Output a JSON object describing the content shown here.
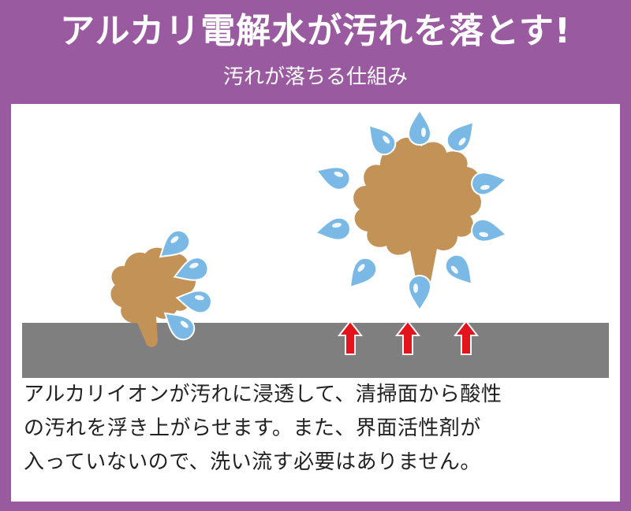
{
  "header": {
    "title": "アルカリ電解水が汚れを落とす!",
    "subtitle": "汚れが落ちる仕組み"
  },
  "caption": {
    "lines": [
      "アルカリイオンが汚れに浸透して、清掃面から酸性",
      "の汚れを浮き上がらせます。また、界面活性剤が",
      "入っていないので、洗い流す必要はありません。"
    ]
  },
  "colors": {
    "header_bg": "#9a5aa0",
    "surface": "#7f7f7f",
    "dirt": "#c29257",
    "water": "#7ab9e6",
    "arrow": "#e3141c"
  },
  "icons": {
    "drop": "water-drop-icon",
    "arrow": "up-arrow-icon",
    "dirt": "dirt-blob-icon"
  }
}
